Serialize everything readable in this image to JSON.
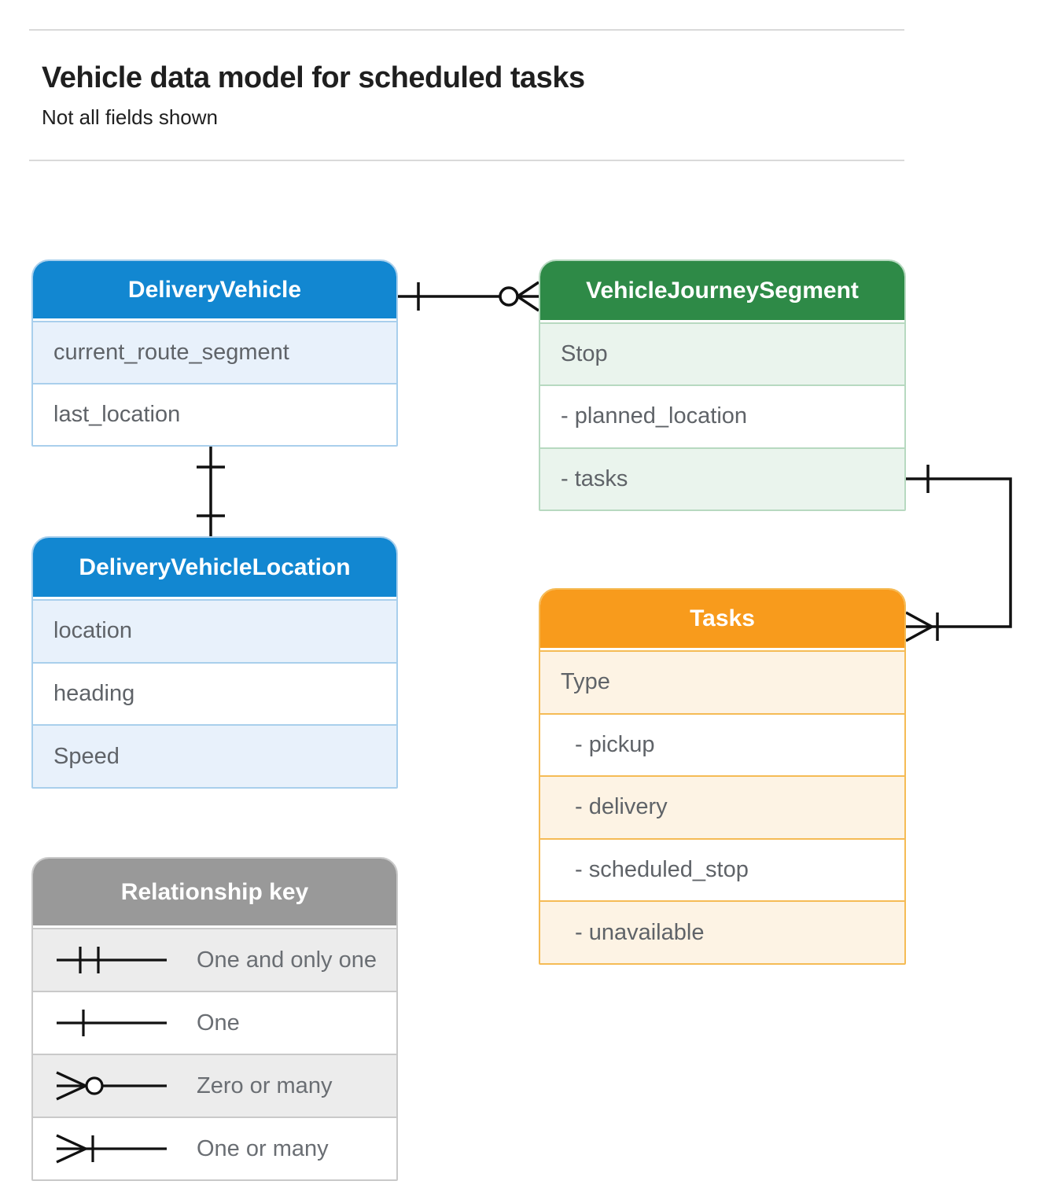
{
  "header": {
    "title": "Vehicle data model for scheduled tasks",
    "subtitle": "Not all fields shown"
  },
  "entities": {
    "delivery_vehicle": {
      "title": "DeliveryVehicle",
      "fields": [
        "current_route_segment",
        "last_location"
      ],
      "accent_color": "#1287d1",
      "tint_color": "#e8f1fb"
    },
    "vehicle_journey_segment": {
      "title": "VehicleJourneySegment",
      "fields": [
        "Stop",
        "- planned_location",
        "- tasks"
      ],
      "accent_color": "#2e8a47",
      "tint_color": "#eaf4ed"
    },
    "delivery_vehicle_location": {
      "title": "DeliveryVehicleLocation",
      "fields": [
        "location",
        "heading",
        "Speed"
      ],
      "accent_color": "#1287d1",
      "tint_color": "#e8f1fb"
    },
    "tasks": {
      "title": "Tasks",
      "fields": [
        "Type",
        "- pickup",
        "- delivery",
        "- scheduled_stop",
        "- unavailable"
      ],
      "accent_color": "#f89b1c",
      "tint_color": "#fdf3e4"
    }
  },
  "legend": {
    "title": "Relationship key",
    "accent_color": "#999999",
    "items": [
      {
        "symbol": "one-and-only-one",
        "label": "One and only one"
      },
      {
        "symbol": "one",
        "label": "One"
      },
      {
        "symbol": "zero-or-many",
        "label": "Zero or many"
      },
      {
        "symbol": "one-or-many",
        "label": "One or many"
      }
    ]
  },
  "relationships": [
    {
      "from": "DeliveryVehicle",
      "to": "VehicleJourneySegment",
      "from_cardinality": "one",
      "to_cardinality": "zero-or-many"
    },
    {
      "from": "DeliveryVehicle",
      "to": "DeliveryVehicleLocation",
      "from_cardinality": "one",
      "to_cardinality": "one"
    },
    {
      "from": "VehicleJourneySegment.tasks",
      "to": "Tasks",
      "from_cardinality": "one",
      "to_cardinality": "one-or-many"
    }
  ]
}
